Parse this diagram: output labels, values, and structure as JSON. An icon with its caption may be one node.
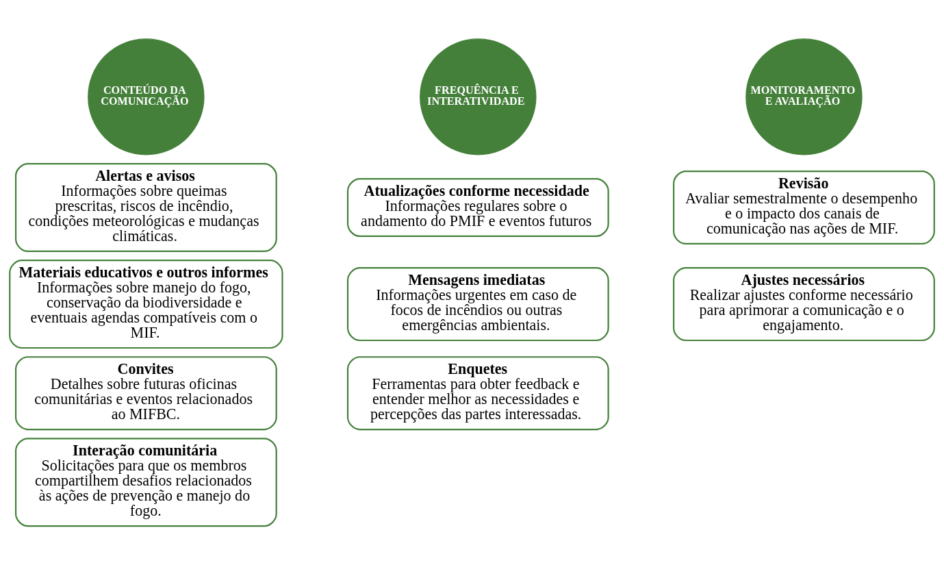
{
  "diagram": {
    "nodes": [
      {
        "text": [
          "CONTEÚDO DA COMUNICAÇÃO"
        ]
      },
      {
        "text": [
          "Alertas e avisos",
          "Informações sobre queimas prescritas, riscos de incêndio, condições meteorológicas e mudanças climáticas."
        ]
      },
      {
        "text": [
          "Materiais educativos e outros informes",
          "Informações sobre manejo do fogo, conservação da biodiversidade e eventuais agendas compatíveis com o MIF."
        ]
      },
      {
        "text": [
          "Convites",
          "Detalhes sobre futuras oficinas comunitárias e eventos relacionados ao MIFBC."
        ]
      },
      {
        "text": [
          "Interação comunitária",
          "Solicitações para que os membros compartilhem desafios relacionados às ações de prevenção e manejo do fogo."
        ]
      },
      {
        "text": [
          "FREQUÊNCIA E INTERATIVIDADE"
        ]
      },
      {
        "text": [
          "Atualizações conforme necessidade",
          "Informações regulares sobre o andamento do PMIF e eventos futuros"
        ]
      },
      {
        "text": [
          "Mensagens imediatas",
          "Informações urgentes em caso de focos de incêndios ou outras emergências ambientais."
        ]
      },
      {
        "text": [
          "Enquetes",
          "Ferramentas para obter feedback e entender melhor as necessidades e percepções das partes interessadas."
        ]
      },
      {
        "text": [
          "MONITORAMENTO E AVALIAÇÃO"
        ]
      },
      {
        "text": [
          "Revisão",
          "Avaliar semestralmente o desempenho e o impacto dos canais de comunicação nas ações de MIF."
        ]
      },
      {
        "text": [
          "Ajustes necessários",
          "Realizar ajustes conforme necessário para aprimorar a comunicação e o engajamento."
        ]
      }
    ],
    "edges": []
  }
}
